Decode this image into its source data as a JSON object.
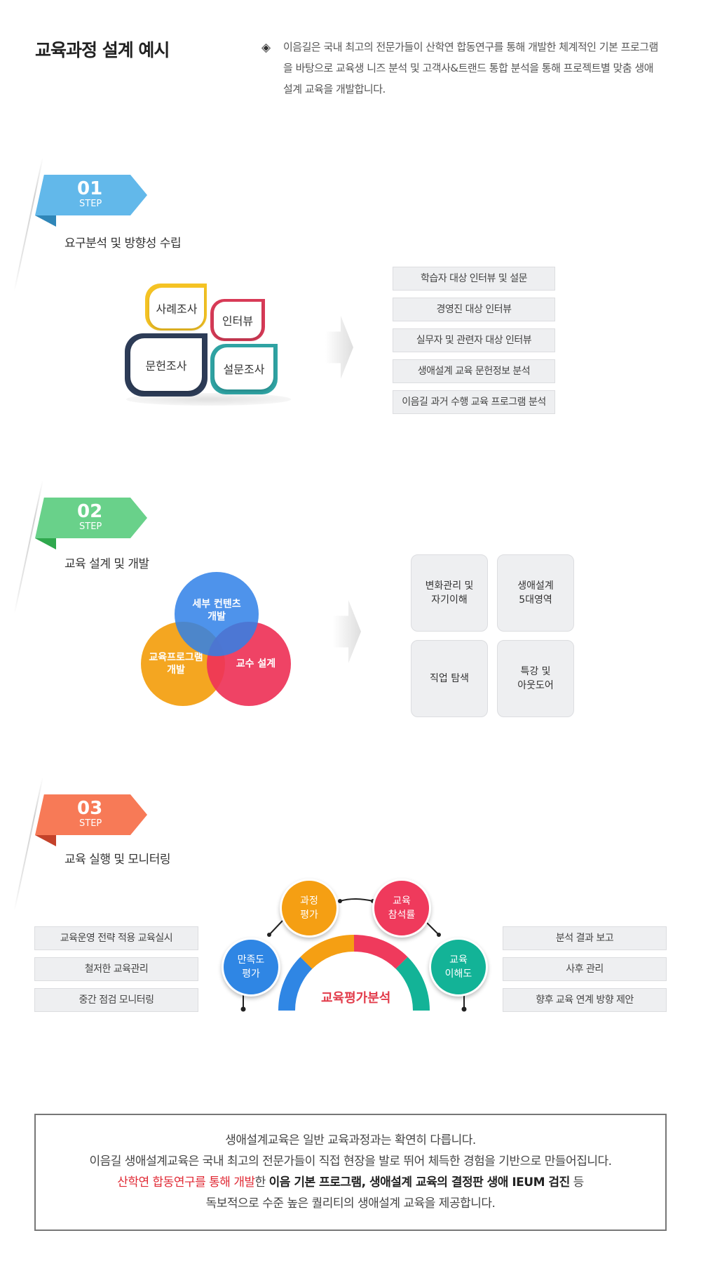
{
  "header": {
    "title": "교육과정 설계 예시",
    "bullet": "◈",
    "intro": "이음길은 국내 최고의 전문가들이 산학연 합동연구를 통해 개발한 체계적인 기본 프로그램을 바탕으로 교육생 니즈 분석 및 고객사&트랜드 통합 분석을 통해 프로젝트별 맞춤 생애설계 교육을 개발합니다."
  },
  "colors": {
    "step1": "#62b8ea",
    "step2": "#69d18a",
    "step3": "#f77a57",
    "accent_red": "#e02a35"
  },
  "step1": {
    "number": "01",
    "label": "STEP",
    "heading": "요구분석 및 방향성 수립",
    "pieces": [
      "사례조사",
      "인터뷰",
      "문헌조사",
      "설문조사"
    ],
    "items": [
      "학습자 대상 인터뷰 및 설문",
      "경영진 대상 인터뷰",
      "실무자 및 관련자 대상 인터뷰",
      "생애설계 교육 문헌정보 분석",
      "이음길 과거 수행 교육 프로그램 분석"
    ]
  },
  "step2": {
    "number": "02",
    "label": "STEP",
    "heading": "교육 설계 및 개발",
    "venn": {
      "top": "세부 컨텐츠\n개발",
      "left": "교육프로그램\n개발",
      "right": "교수 설계"
    },
    "tiles": [
      "변화관리 및\n자기이해",
      "생애설계\n5대영역",
      "직업 탐색",
      "특강 및\n아웃도어"
    ]
  },
  "step3": {
    "number": "03",
    "label": "STEP",
    "heading": "교육 실행 및 모니터링",
    "left_items": [
      "교육운영 전략 적용 교육실시",
      "철저한 교육관리",
      "중간 점검 모니터링"
    ],
    "right_items": [
      "분석 결과 보고",
      "사후 관리",
      "향후 교육 연계 방향 제안"
    ],
    "center_title": "교육평가분석",
    "bubbles": {
      "satisfaction": "만족도\n평가",
      "process": "과정\n평가",
      "participation": "교육\n참석률",
      "understanding": "교육\n이해도"
    }
  },
  "footer": {
    "line1": "생애설계교육은 일반 교육과정과는 확연히 다릅니다.",
    "line2": "이음길 생애설계교육은 국내 최고의 전문가들이 직접 현장을 발로 뛰어 체득한 경험을 기반으로 만들어집니다.",
    "line3_red": "산학연 합동연구를 통해 개발",
    "line3_a": "한 ",
    "line3_bold": "이음 기본 프로그램, 생애설계 교육의 결정판 생애 IEUM 검진",
    "line3_b": " 등",
    "line4": "독보적으로 수준 높은 퀄리티의 생애설계 교육을 제공합니다."
  }
}
